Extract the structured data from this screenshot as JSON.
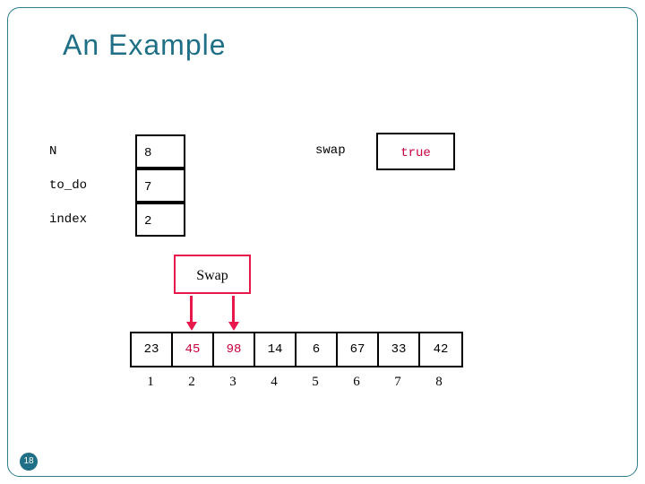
{
  "slide": {
    "title": "An  Example",
    "page_number": "18",
    "accent_color": "#1f6f86",
    "highlight_color": "#e8174c",
    "value_color": "#c8003c"
  },
  "variables": [
    {
      "name": "N",
      "value": "8"
    },
    {
      "name": "to_do",
      "value": "7"
    },
    {
      "name": "index",
      "value": "2"
    }
  ],
  "swap_flag": {
    "label": "swap",
    "value": "true"
  },
  "swap_action": {
    "label": "Swap"
  },
  "array": {
    "values": [
      "23",
      "45",
      "98",
      "14",
      "6",
      "67",
      "33",
      "42"
    ],
    "indices": [
      "1",
      "2",
      "3",
      "4",
      "5",
      "6",
      "7",
      "8"
    ],
    "highlighted_cells": [
      1,
      2
    ]
  }
}
